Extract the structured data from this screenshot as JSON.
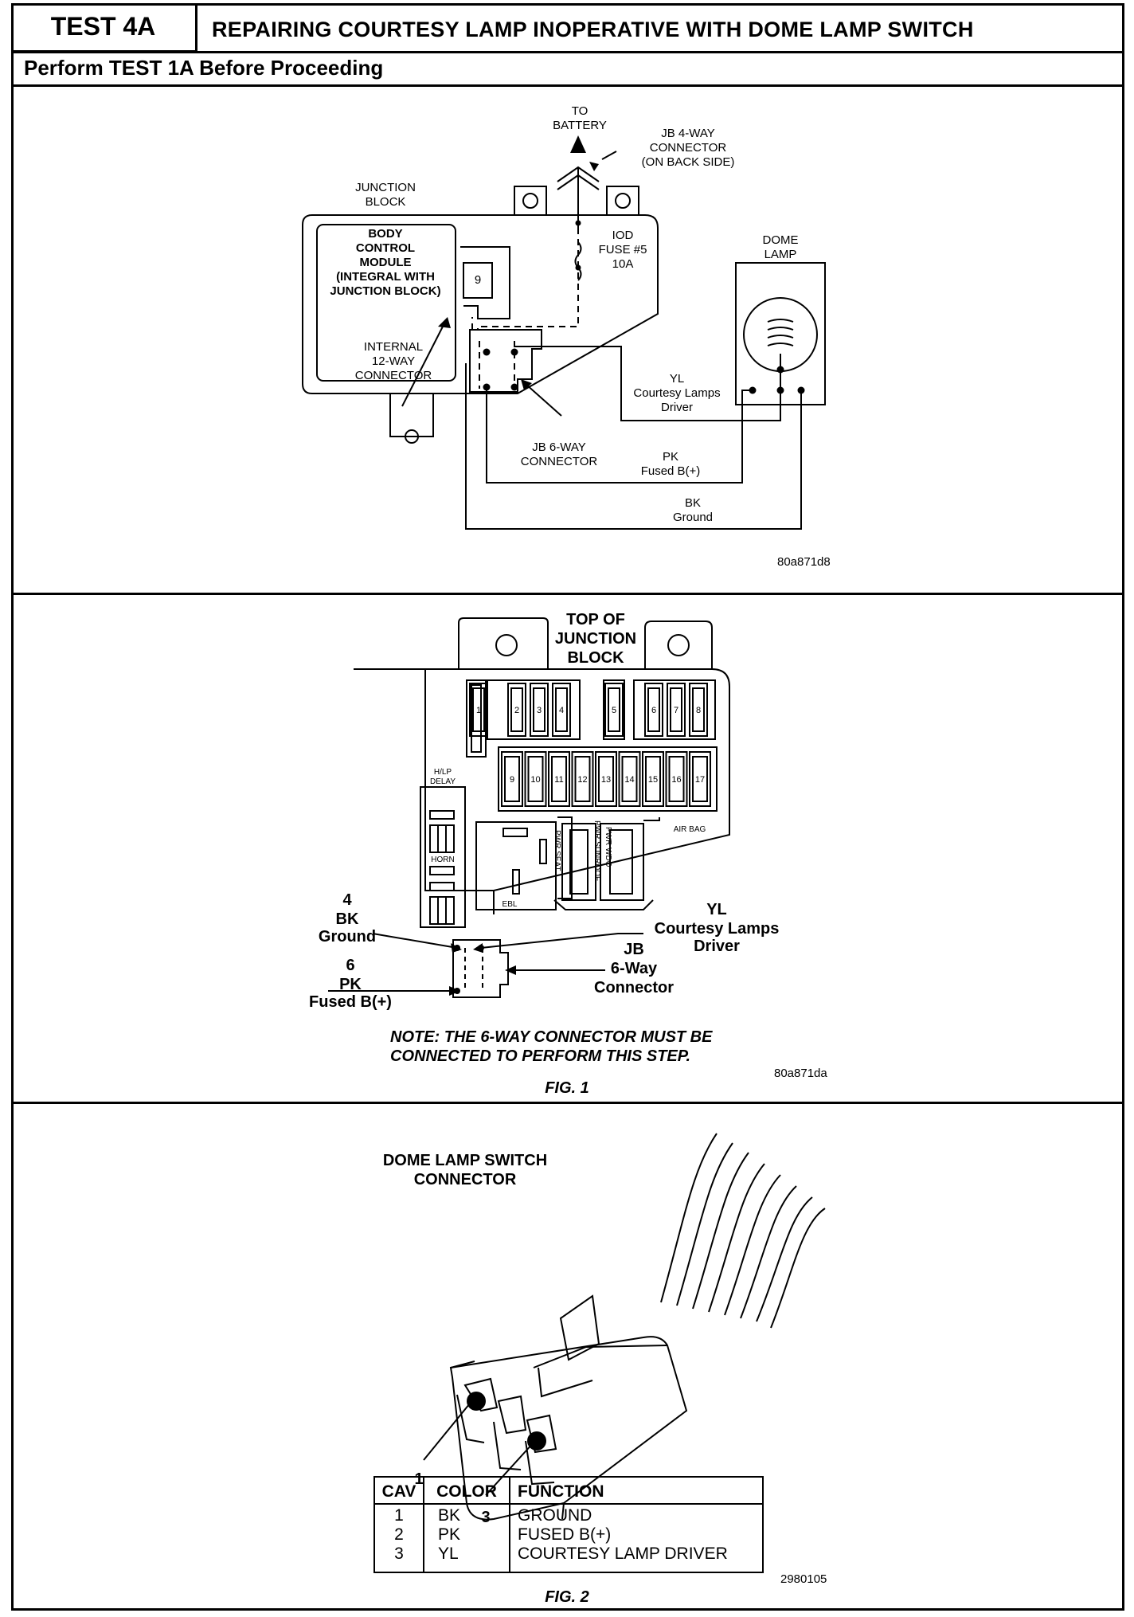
{
  "header": {
    "test_id": "TEST 4A",
    "title": "REPAIRING COURTESY LAMP INOPERATIVE WITH DOME LAMP SWITCH",
    "subtitle": "Perform TEST 1A Before Proceeding"
  },
  "panel1": {
    "to_battery_1": "TO",
    "to_battery_2": "BATTERY",
    "jb4_1": "JB 4-WAY",
    "jb4_2": "CONNECTOR",
    "jb4_3": "(ON BACK SIDE)",
    "junction_1": "JUNCTION",
    "junction_2": "BLOCK",
    "bcm_1": "BODY",
    "bcm_2": "CONTROL",
    "bcm_3": "MODULE",
    "bcm_4": "(INTEGRAL WITH",
    "bcm_5": "JUNCTION BLOCK)",
    "pin9": "9",
    "fuse_1": "IOD",
    "fuse_2": "FUSE #5",
    "fuse_3": "10A",
    "dome_1": "DOME",
    "dome_2": "LAMP",
    "internal_1": "INTERNAL",
    "internal_2": "12-WAY",
    "internal_3": "CONNECTOR",
    "yl_1": "YL",
    "yl_2": "Courtesy Lamps",
    "yl_3": "Driver",
    "jb6_1": "JB 6-WAY",
    "jb6_2": "CONNECTOR",
    "pk_1": "PK",
    "pk_2": "Fused B(+)",
    "bk_1": "BK",
    "bk_2": "Ground",
    "code": "80a871d8"
  },
  "panel2": {
    "top_1": "TOP OF",
    "top_2": "JUNCTION",
    "top_3": "BLOCK",
    "fuses_top": [
      "1",
      "2",
      "3",
      "4",
      "5",
      "6",
      "7",
      "8"
    ],
    "fuses_row2": [
      "9",
      "10",
      "11",
      "12",
      "13",
      "14",
      "15",
      "16",
      "17"
    ],
    "hlp_1": "H/LP",
    "hlp_2": "DELAY",
    "horn": "HORN",
    "airbag": "AIR BAG",
    "pwr_seat": "PWR SEAT",
    "pwr_sunroof": "PWR SUNROOF",
    "pwr_wdo": "PWR WDO",
    "ebl": "EBL",
    "bk_1": "4",
    "bk_2": "BK",
    "bk_3": "Ground",
    "pk_1": "6",
    "pk_2": "PK",
    "pk_3": "Fused B(+)",
    "yl_1": "YL",
    "yl_2": "Courtesy Lamps",
    "yl_3": "Driver",
    "jb_1": "JB",
    "jb_2": "6-Way",
    "jb_3": "Connector",
    "note_1": "NOTE:  THE 6-WAY CONNECTOR MUST BE",
    "note_2": "CONNECTED TO PERFORM THIS STEP.",
    "code": "80a871da",
    "fig": "FIG. 1"
  },
  "panel3": {
    "title_1": "DOME LAMP SWITCH",
    "title_2": "CONNECTOR",
    "pin1": "1",
    "pin3": "3",
    "table": {
      "headers": [
        "CAV",
        "COLOR",
        "FUNCTION"
      ],
      "rows": [
        [
          "1",
          "BK",
          "GROUND"
        ],
        [
          "2",
          "PK",
          "FUSED B(+)"
        ],
        [
          "3",
          "YL",
          "COURTESY LAMP DRIVER"
        ]
      ]
    },
    "code": "2980105",
    "fig": "FIG. 2"
  }
}
